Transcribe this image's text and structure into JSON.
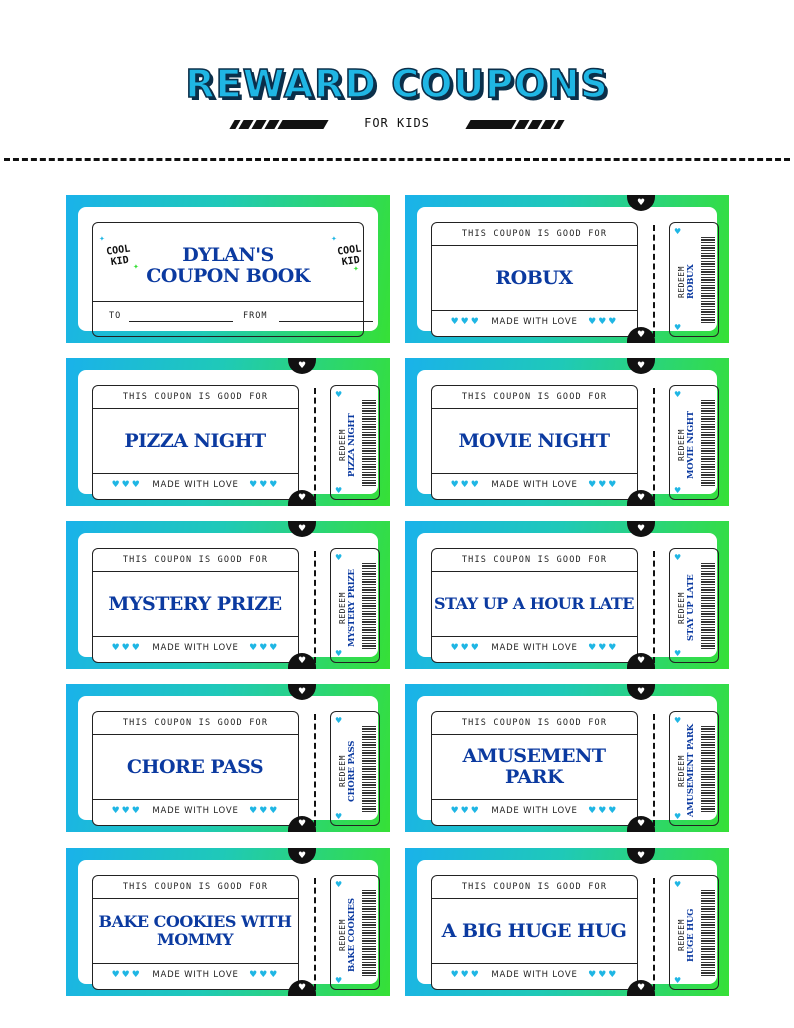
{
  "header": {
    "title": "REWARD COUPONS",
    "subtitle": "FOR KIDS"
  },
  "title_card": {
    "title_line1": "DYLAN'S",
    "title_line2": "COUPON BOOK",
    "badge_left": [
      "COOL",
      "KID"
    ],
    "badge_right": [
      "COOL",
      "KID"
    ],
    "to_label": "TO",
    "from_label": "FROM"
  },
  "coupon_common": {
    "good_for": "THIS COUPON IS GOOD FOR",
    "made_with_love": "MADE WITH LOVE",
    "redeem": "REDEEM"
  },
  "coupons": [
    {
      "reward": "ROBUX",
      "stub": "ROBUX"
    },
    {
      "reward": "PIZZA NIGHT",
      "stub": "PIZZA NIGHT"
    },
    {
      "reward": "MOVIE NIGHT",
      "stub": "MOVIE NIGHT"
    },
    {
      "reward": "MYSTERY PRIZE",
      "stub": "MYSTERY PRIZE"
    },
    {
      "reward": "STAY UP A HOUR LATE",
      "stub": "STAY UP LATE"
    },
    {
      "reward": "CHORE PASS",
      "stub": "CHORE PASS"
    },
    {
      "reward": "AMUSEMENT PARK",
      "stub": "AMUSEMENT PARK"
    },
    {
      "reward": "BAKE COOKIES WITH MOMMY",
      "stub": "BAKE COOKIES"
    },
    {
      "reward": "A BIG HUGE HUG",
      "stub": "HUGE HUG"
    }
  ],
  "colors": {
    "gradient_start": "#1ab2ea",
    "gradient_end": "#36e036",
    "reward_text": "#0b3aa0",
    "heart": "#1fb6e4"
  },
  "icons": [
    "heart-icon",
    "sparkle-icon",
    "barcode-icon"
  ]
}
